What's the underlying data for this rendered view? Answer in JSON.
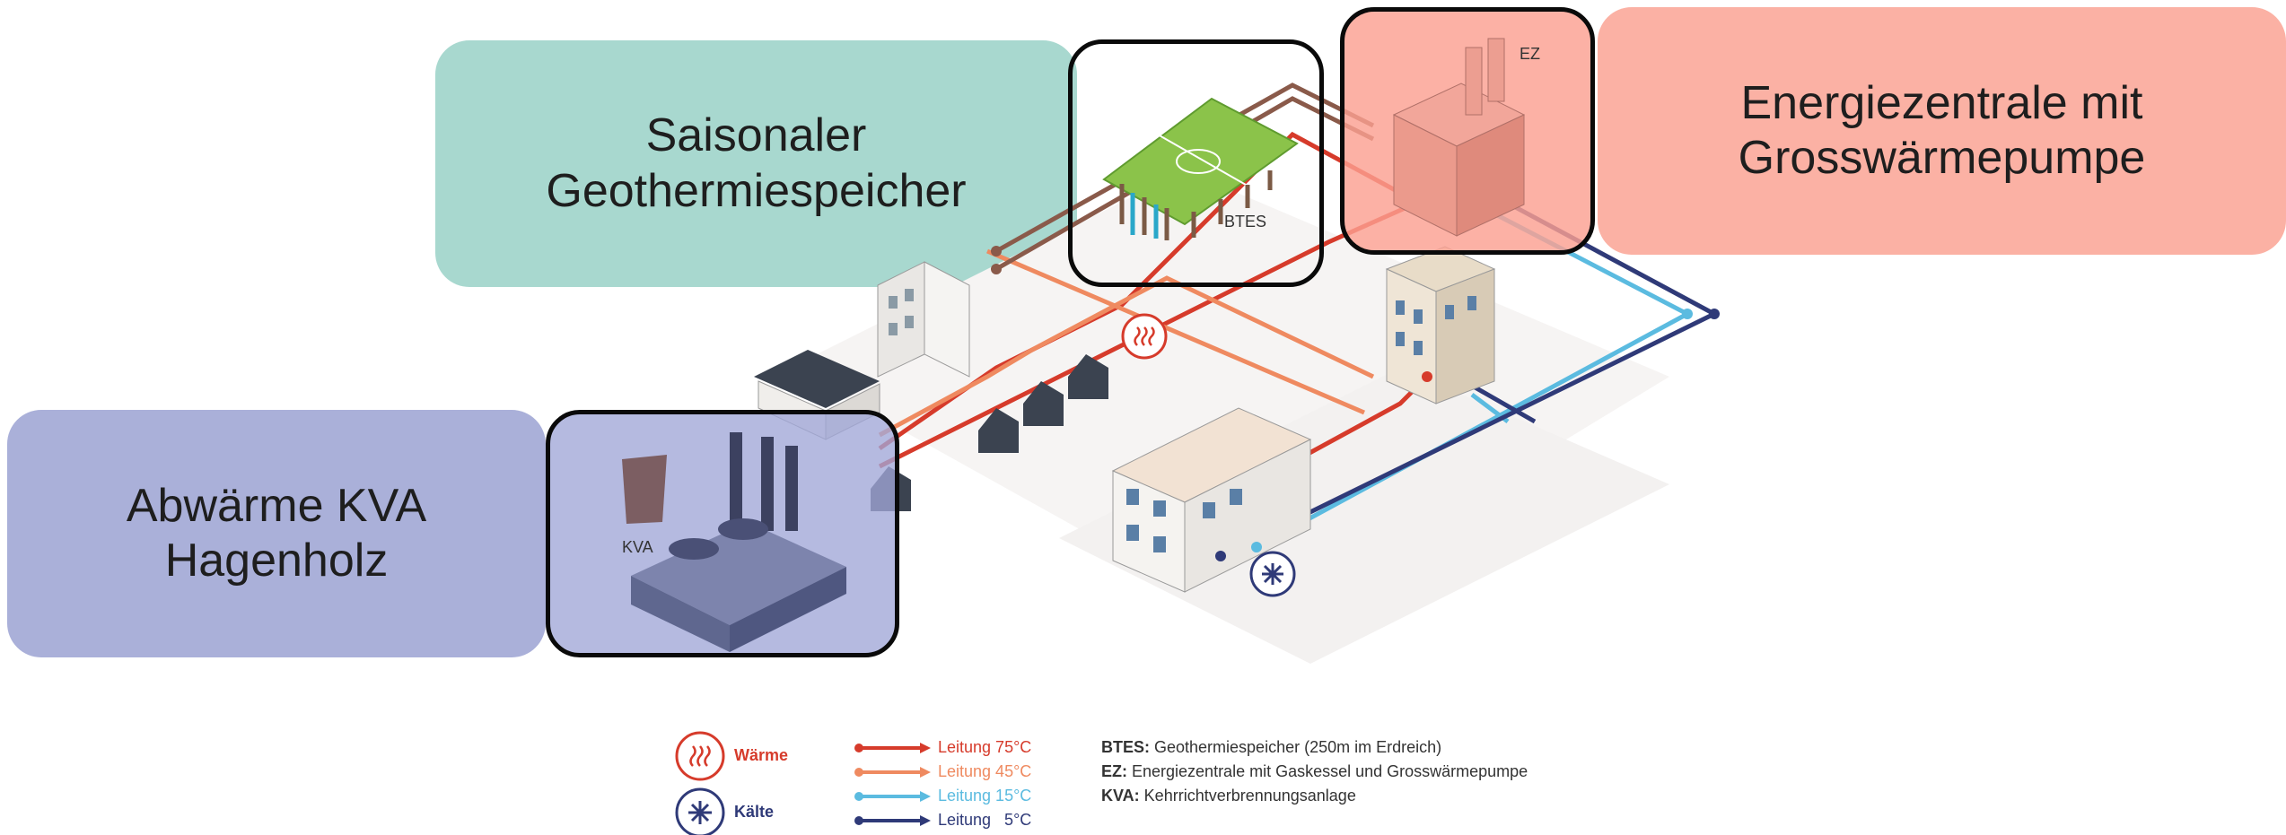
{
  "boxes": {
    "geothermie": "Saisonaler\nGeothermiespeicher",
    "energiezentrale": "Energiezentrale mit\nGrosswärmepumpe",
    "kva": "Abwärme KVA\nHagenholz"
  },
  "scene_labels": {
    "btes": "BTES",
    "ez": "EZ",
    "kva": "KVA"
  },
  "legend": {
    "symbols": [
      {
        "label": "Wärme",
        "icon": "heat-icon",
        "color": "#d63b2b"
      },
      {
        "label": "Kälte",
        "icon": "snowflake-icon",
        "color": "#2f3a78"
      }
    ],
    "lines": [
      {
        "label": "Leitung 75°C",
        "color": "#d63b2b"
      },
      {
        "label": "Leitung 45°C",
        "color": "#ef8a60"
      },
      {
        "label": "Leitung 15°C",
        "color": "#5bbbe0"
      },
      {
        "label": "Leitung   5°C",
        "color": "#2f3a78"
      }
    ],
    "abbreviations": [
      {
        "key": "BTES:",
        "text": " Geothermiespeicher (250m im Erdreich)"
      },
      {
        "key": "EZ:",
        "text": " Energiezentrale mit Gaskessel und Grosswärmepumpe"
      },
      {
        "key": "KVA:",
        "text": " Kehrrichtverbrennungsanlage"
      }
    ]
  }
}
